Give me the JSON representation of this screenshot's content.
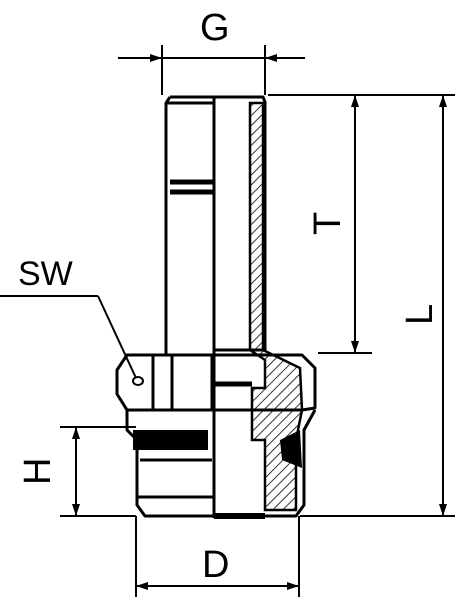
{
  "drawing": {
    "labels": {
      "G": "G",
      "T": "T",
      "L": "L",
      "SW": "SW",
      "H": "H",
      "D": "D"
    },
    "colors": {
      "line": "#000000",
      "background": "#ffffff"
    }
  }
}
